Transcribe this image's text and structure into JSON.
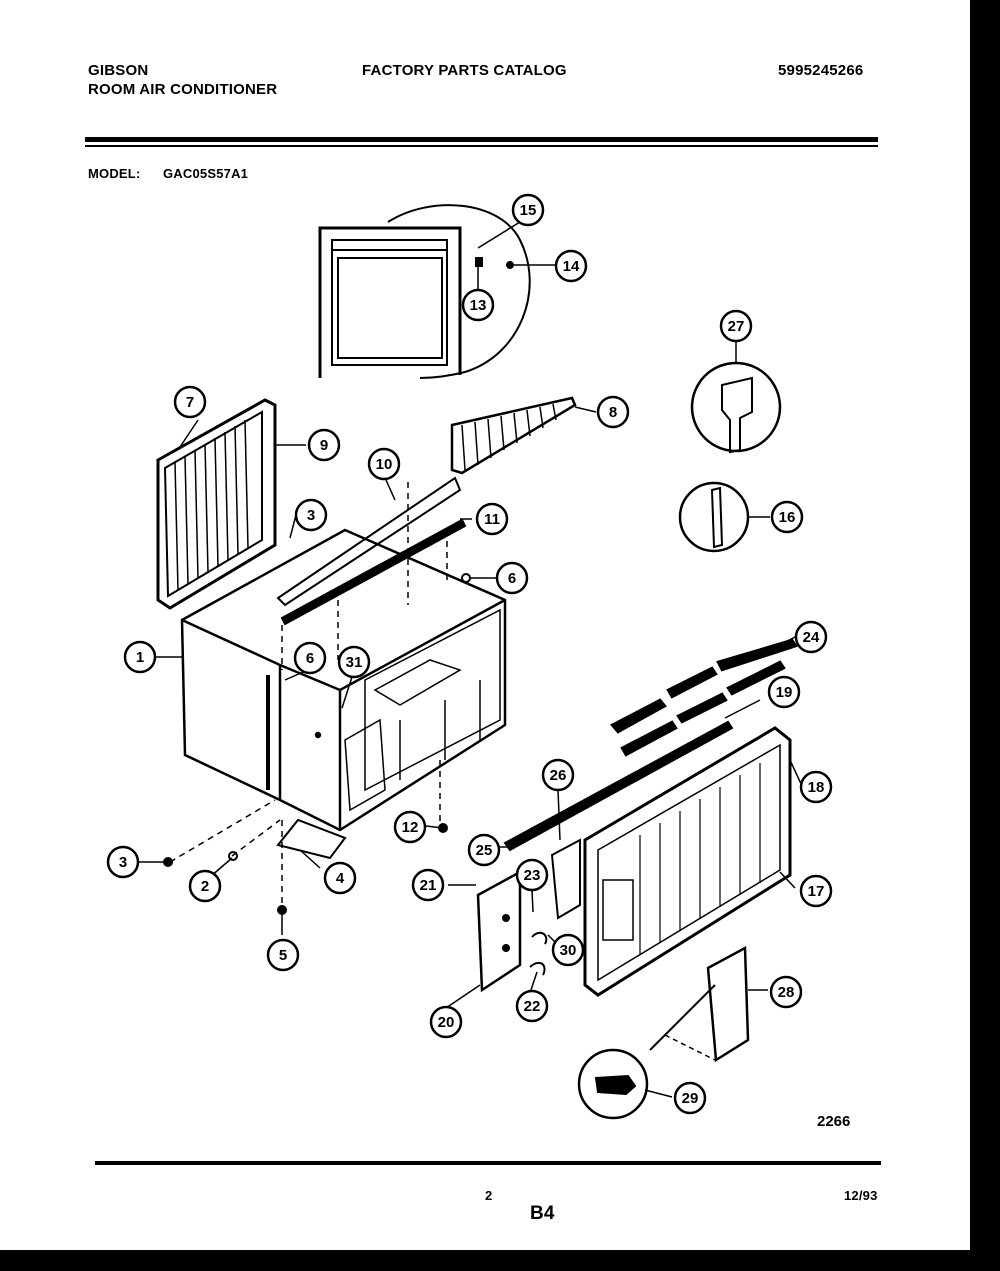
{
  "header": {
    "brand": "GIBSON",
    "product": "ROOM AIR CONDITIONER",
    "catalog_title": "FACTORY PARTS CATALOG",
    "catalog_number": "5995245266",
    "model_label": "MODEL:",
    "model_value": "GAC05S57A1"
  },
  "diagram": {
    "drawing_number": "2266",
    "callouts": [
      "1",
      "2",
      "3",
      "3",
      "4",
      "5",
      "6",
      "6",
      "7",
      "8",
      "9",
      "10",
      "11",
      "12",
      "13",
      "14",
      "15",
      "16",
      "17",
      "18",
      "19",
      "20",
      "21",
      "22",
      "23",
      "24",
      "25",
      "26",
      "27",
      "28",
      "29",
      "30",
      "31"
    ]
  },
  "footer": {
    "page_number": "2",
    "section": "B4",
    "date": "12/93"
  }
}
